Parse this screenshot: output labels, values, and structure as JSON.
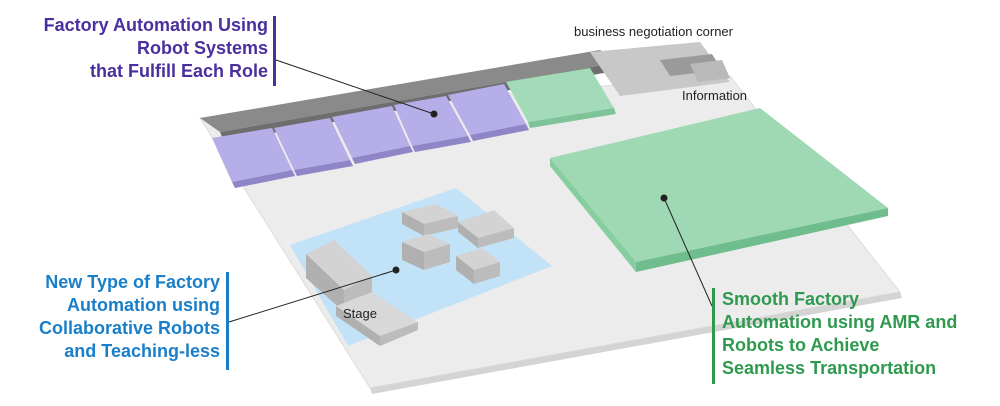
{
  "callouts": {
    "robot_systems": [
      "Factory Automation Using",
      "Robot Systems",
      "that Fulfill Each Role"
    ],
    "collaborative": [
      "New Type of Factory",
      "Automation using",
      "Collaborative Robots",
      "and Teaching-less"
    ],
    "amr": [
      "Smooth Factory",
      "Automation using AMR and",
      "Robots to Achieve",
      "Seamless Transportation"
    ]
  },
  "labels": {
    "business": "business negotiation corner",
    "information": "Information",
    "stage": "Stage"
  },
  "colors": {
    "purple_text": "#4a2f9e",
    "blue_text": "#1a7fc9",
    "green_text": "#2f9a4f",
    "booth_purple": "#b5aee8",
    "booth_green": "#9ed9b4",
    "stage_area": "#c2e3f7",
    "floor": "#ededed"
  }
}
